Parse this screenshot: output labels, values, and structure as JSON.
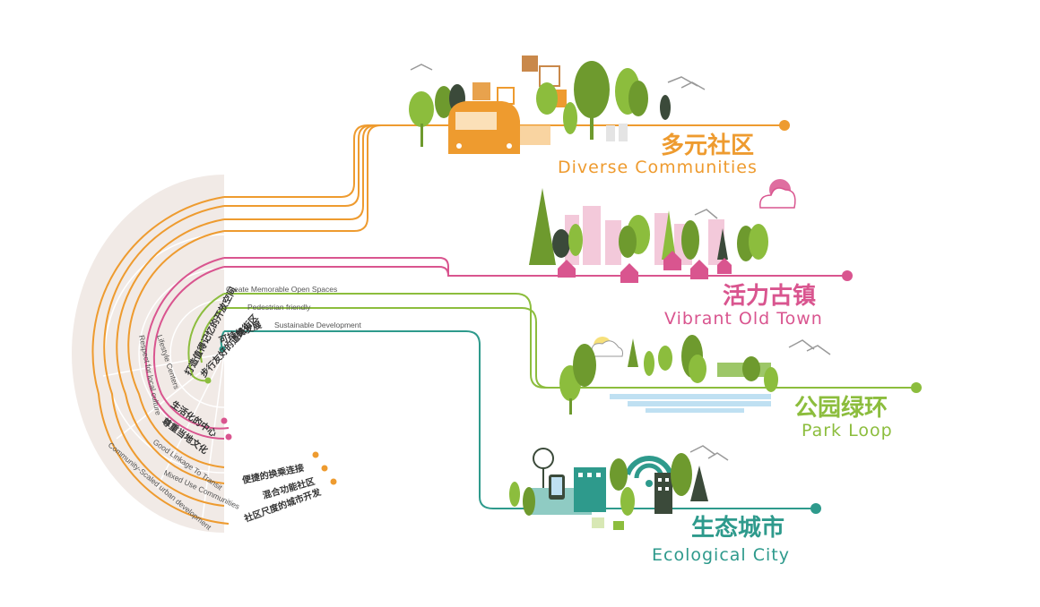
{
  "colors": {
    "orange": "#EE9B2F",
    "pink": "#D9558F",
    "lime": "#8CBD3D",
    "teal": "#2E9A8C",
    "fan_bg": "#F1EAE6",
    "tree_green": "#6E9A2E"
  },
  "themes": [
    {
      "zh": "多元社区",
      "en": "Diverse Communities",
      "color": "#EE9B2F"
    },
    {
      "zh": "活力古镇",
      "en": "Vibrant Old Town",
      "color": "#D9558F"
    },
    {
      "zh": "公园绿环",
      "en": "Park Loop",
      "color": "#8CBD3D"
    },
    {
      "zh": "生态城市",
      "en": "Ecological City",
      "color": "#2E9A8C"
    }
  ],
  "strategies": {
    "lime": [
      {
        "zh": "打造值得记忆的开放空间",
        "en": "Create Memorable Open Spaces"
      },
      {
        "zh": "步行友好的道路街区",
        "en": "Pedestrian friendly"
      }
    ],
    "teal": [
      {
        "zh": "可持续发展",
        "en": "Sustainable Development"
      }
    ],
    "pink": [
      {
        "zh": "生活化的中心",
        "en": "Lifestyle Centers"
      },
      {
        "zh": "尊重当地文化",
        "en": "Respect for local culture"
      }
    ],
    "orange": [
      {
        "zh": "便捷的换乘连接",
        "en": "Good Linkage To Transit"
      },
      {
        "zh": "混合功能社区",
        "en": "Mixed Use Communities"
      },
      {
        "zh": "社区尺度的城市开发",
        "en": "Community-Scaled urban development"
      }
    ]
  }
}
